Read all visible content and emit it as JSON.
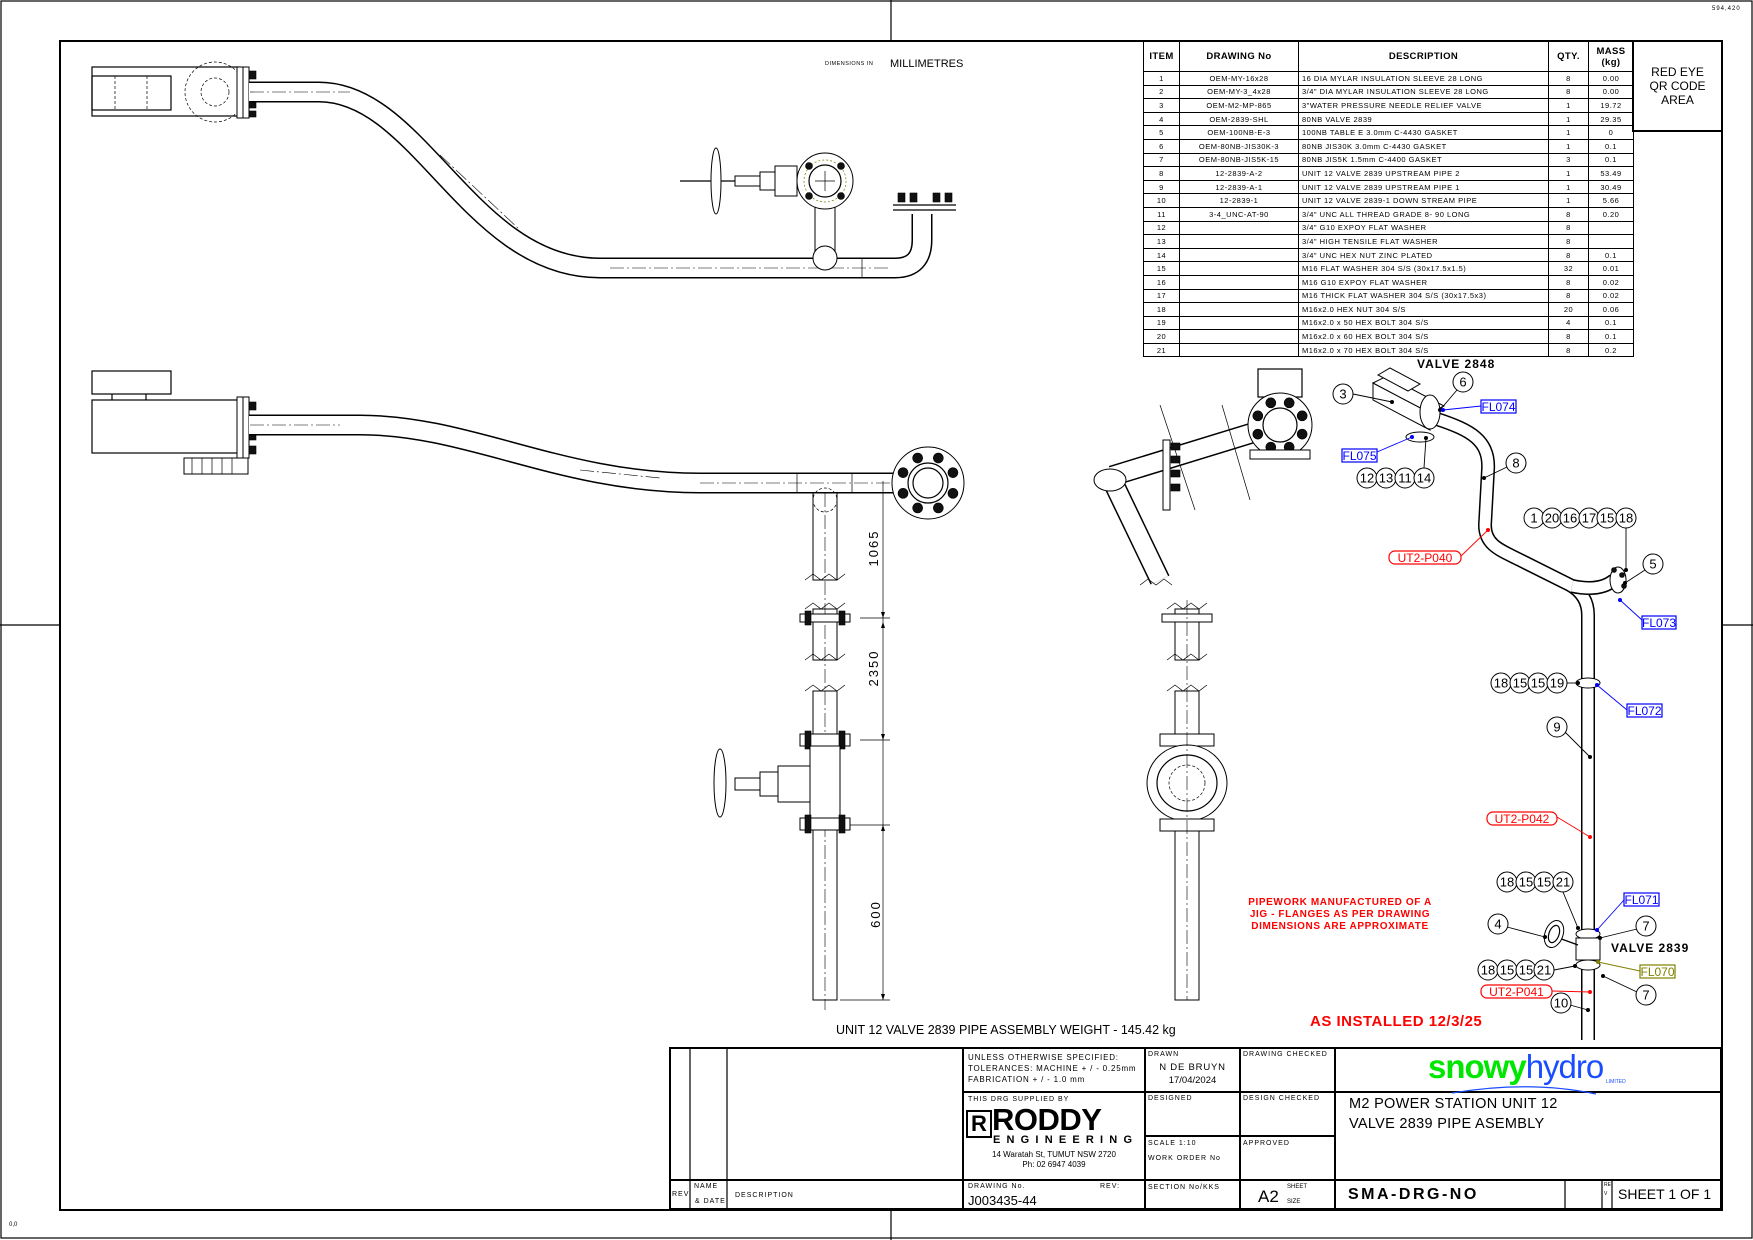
{
  "sheet_ref": "594,420",
  "origin_label": "0,0",
  "dimensions_note": {
    "prefix": "DIMENSIONS IN",
    "units": "MILLIMETRES"
  },
  "qr_area": {
    "line1": "RED EYE",
    "line2": "QR CODE",
    "line3": "AREA"
  },
  "bom": {
    "headers": {
      "item": "ITEM",
      "drawing": "DRAWING No",
      "description": "DESCRIPTION",
      "qty": "QTY.",
      "mass": "MASS (kg)"
    },
    "rows": [
      {
        "item": "1",
        "drawing": "OEM-MY-16x28",
        "description": "16 DIA MYLAR INSULATION SLEEVE 28 LONG",
        "qty": "8",
        "mass": "0.00"
      },
      {
        "item": "2",
        "drawing": "OEM-MY-3_4x28",
        "description": "3/4\" DIA MYLAR INSULATION SLEEVE 28 LONG",
        "qty": "8",
        "mass": "0.00"
      },
      {
        "item": "3",
        "drawing": "OEM-M2-MP-865",
        "description": "3\"WATER PRESSURE NEEDLE RELIEF VALVE",
        "qty": "1",
        "mass": "19.72"
      },
      {
        "item": "4",
        "drawing": "OEM-2839-SHL",
        "description": "80NB VALVE 2839",
        "qty": "1",
        "mass": "29.35"
      },
      {
        "item": "5",
        "drawing": "OEM-100NB-E-3",
        "description": "100NB TABLE E 3.0mm C-4430 GASKET",
        "qty": "1",
        "mass": "0"
      },
      {
        "item": "6",
        "drawing": "OEM-80NB-JIS30K-3",
        "description": "80NB JIS30K 3.0mm C-4430 GASKET",
        "qty": "1",
        "mass": "0.1"
      },
      {
        "item": "7",
        "drawing": "OEM-80NB-JIS5K-15",
        "description": "80NB JIS5K 1.5mm C-4400 GASKET",
        "qty": "3",
        "mass": "0.1"
      },
      {
        "item": "8",
        "drawing": "12-2839-A-2",
        "description": "UNIT 12 VALVE 2839 UPSTREAM PIPE 2",
        "qty": "1",
        "mass": "53.49"
      },
      {
        "item": "9",
        "drawing": "12-2839-A-1",
        "description": "UNIT 12 VALVE 2839 UPSTREAM PIPE 1",
        "qty": "1",
        "mass": "30.49"
      },
      {
        "item": "10",
        "drawing": "12-2839-1",
        "description": "UNIT 12 VALVE 2839-1 DOWN STREAM PIPE",
        "qty": "1",
        "mass": "5.66"
      },
      {
        "item": "11",
        "drawing": "3-4_UNC-AT-90",
        "description": "3/4\" UNC ALL THREAD GRADE 8- 90 LONG",
        "qty": "8",
        "mass": "0.20"
      },
      {
        "item": "12",
        "drawing": "",
        "description": "3/4\"  G10  EXPOY FLAT WASHER",
        "qty": "8",
        "mass": ""
      },
      {
        "item": "13",
        "drawing": "",
        "description": "3/4\" HIGH TENSILE FLAT WASHER",
        "qty": "8",
        "mass": ""
      },
      {
        "item": "14",
        "drawing": "",
        "description": "3/4\" UNC HEX NUT ZINC PLATED",
        "qty": "8",
        "mass": "0.1"
      },
      {
        "item": "15",
        "drawing": "",
        "description": "M16  FLAT WASHER 304 S/S (30x17.5x1.5)",
        "qty": "32",
        "mass": "0.01"
      },
      {
        "item": "16",
        "drawing": "",
        "description": "M16 G10 EXPOY FLAT WASHER",
        "qty": "8",
        "mass": "0.02"
      },
      {
        "item": "17",
        "drawing": "",
        "description": "M16 THICK FLAT WASHER 304 S/S (30x17.5x3)",
        "qty": "8",
        "mass": "0.02"
      },
      {
        "item": "18",
        "drawing": "",
        "description": "M16x2.0 HEX NUT 304 S/S",
        "qty": "20",
        "mass": "0.06"
      },
      {
        "item": "19",
        "drawing": "",
        "description": "M16x2.0 x 50 HEX BOLT 304 S/S",
        "qty": "4",
        "mass": "0.1"
      },
      {
        "item": "20",
        "drawing": "",
        "description": "M16x2.0 x 60 HEX BOLT 304 S/S",
        "qty": "8",
        "mass": "0.1"
      },
      {
        "item": "21",
        "drawing": "",
        "description": "M16x2.0 x 70 HEX BOLT 304 S/S",
        "qty": "8",
        "mass": "0.2"
      }
    ]
  },
  "views": {
    "caption": "UNIT 12 VALVE 2839 PIPE  ASSEMBLY WEIGHT -  145.42 kg",
    "dim_1": "1065",
    "dim_2": "2350",
    "dim_3": "600"
  },
  "iso": {
    "valve_2848": "VALVE 2848",
    "valve_2839": "VALVE 2839",
    "balloons": [
      "3",
      "6",
      "8",
      "12",
      "13",
      "11",
      "14",
      "1",
      "20",
      "16",
      "17",
      "15",
      "18",
      "5",
      "18",
      "15",
      "15",
      "19",
      "9",
      "18",
      "15",
      "15",
      "21",
      "4",
      "7",
      "18",
      "15",
      "15",
      "21",
      "7",
      "10"
    ],
    "tags": [
      {
        "label": "FL074",
        "color": "#0000ff"
      },
      {
        "label": "FL075",
        "color": "#0000ff"
      },
      {
        "label": "UT2-P040",
        "color": "#ff0000"
      },
      {
        "label": "FL073",
        "color": "#0000ff"
      },
      {
        "label": "FL072",
        "color": "#0000ff"
      },
      {
        "label": "UT2-P042",
        "color": "#ff0000"
      },
      {
        "label": "FL071",
        "color": "#0000ff"
      },
      {
        "label": "FL070",
        "color": "#808000"
      },
      {
        "label": "UT2-P041",
        "color": "#ff0000"
      }
    ],
    "note": {
      "line1": "PIPEWORK MANUFACTURED OF A",
      "line2": "JIG - FLANGES AS PER DRAWING",
      "line3": "DIMENSIONS ARE APPROXIMATE"
    },
    "as_installed": "AS INSTALLED 12/3/25"
  },
  "title_block": {
    "rev_header": "REV",
    "name_header_1": "NAME",
    "name_header_2": "& DATE",
    "description_header": "DESCRIPTION",
    "tolerance_1": "UNLESS OTHERWISE SPECIFIED:",
    "tolerance_2": "TOLERANCES: MACHINE + / - 0.25mm",
    "tolerance_3": "FABRICATION + / - 1.0 mm",
    "supplied_by": "THIS DRG SUPPLIED BY",
    "supplier_logo": {
      "r": "R",
      "name": "RODDY",
      "sub": "ENGINEERING"
    },
    "supplier_address": "14 Waratah St, TUMUT NSW 2720",
    "supplier_phone": "Ph: 02 6947 4039",
    "drawing_no_label": "DRAWING No.",
    "rev_label": "REV:",
    "drawing_no": "J003435-44",
    "drawn_label": "DRAWN",
    "drawn_by": "N DE BRUYN",
    "drawn_date": "17/04/2024",
    "designed_label": "DESIGNED",
    "scale": "SCALE   1:10",
    "work_order_label": "WORK ORDER No",
    "section_label": "SECTION No/KKS",
    "drawing_checked_label": "DRAWING CHECKED",
    "design_checked_label": "DESIGN CHECKED",
    "approved_label": "APPROVED",
    "sheet_size": "A2",
    "sheet_size_label_1": "SHEET",
    "sheet_size_label_2": "SIZE",
    "client_logo": {
      "part1": "snowy",
      "part2": "hydro",
      "suffix": "LIMITED",
      "color1": "#00e600",
      "color2": "#1a4dff"
    },
    "title_1": "M2 POWER STATION UNIT 12",
    "title_2": "VALVE 2839 PIPE ASEMBLY",
    "doc_number": "SMA-DRG-NO",
    "rev_vertical": "REV",
    "sheet": "SHEET 1 OF 1"
  }
}
